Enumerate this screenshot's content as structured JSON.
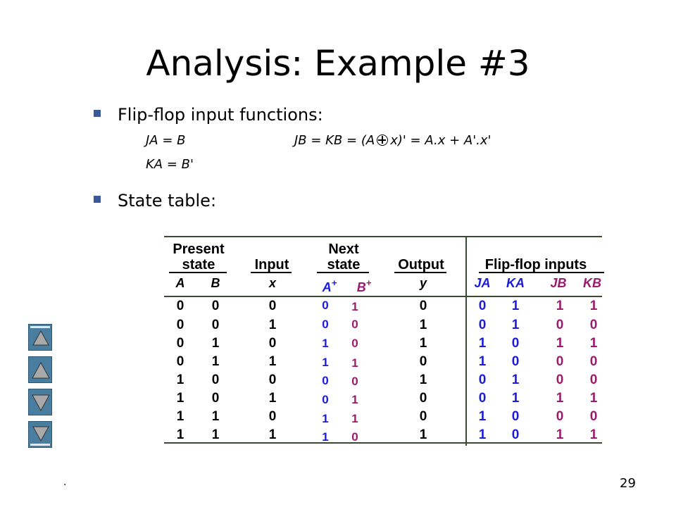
{
  "title": "Analysis: Example #3",
  "bullets": [
    "Flip-flop input functions:",
    "State table:"
  ],
  "equations": {
    "ja": "JA = B",
    "ka": "KA = B'",
    "jb_kb_left": "JB = KB = (A",
    "jb_kb_right": "x)' = A.x + A'.x'"
  },
  "table": {
    "group_headers": {
      "present_line1": "Present",
      "present_line2": "state",
      "input": "Input",
      "next_line1": "Next",
      "next_line2": "state",
      "output": "Output",
      "ffinputs": "Flip-flop inputs"
    },
    "column_headers": {
      "a": "A",
      "b": "B",
      "x": "x",
      "a_plus": "A",
      "b_plus": "B",
      "plus": "+",
      "y": "y",
      "ja": "JA",
      "ka": "KA",
      "jb": "JB",
      "kb": "KB"
    },
    "rows": [
      {
        "a": "0",
        "b": "0",
        "x": "0",
        "y": "0",
        "ja": "0",
        "ka": "1",
        "jb": "1",
        "kb": "1"
      },
      {
        "a": "0",
        "b": "0",
        "x": "1",
        "y": "1",
        "ja": "0",
        "ka": "1",
        "jb": "0",
        "kb": "0"
      },
      {
        "a": "0",
        "b": "1",
        "x": "0",
        "y": "1",
        "ja": "1",
        "ka": "0",
        "jb": "1",
        "kb": "1"
      },
      {
        "a": "0",
        "b": "1",
        "x": "1",
        "y": "0",
        "ja": "1",
        "ka": "0",
        "jb": "0",
        "kb": "0"
      },
      {
        "a": "1",
        "b": "0",
        "x": "0",
        "y": "1",
        "ja": "0",
        "ka": "1",
        "jb": "0",
        "kb": "0"
      },
      {
        "a": "1",
        "b": "0",
        "x": "1",
        "y": "0",
        "ja": "0",
        "ka": "1",
        "jb": "1",
        "kb": "1"
      },
      {
        "a": "1",
        "b": "1",
        "x": "0",
        "y": "0",
        "ja": "1",
        "ka": "0",
        "jb": "0",
        "kb": "0"
      },
      {
        "a": "1",
        "b": "1",
        "x": "1",
        "y": "1",
        "ja": "1",
        "ka": "0",
        "jb": "1",
        "kb": "1"
      }
    ],
    "next_a": [
      "0",
      "0",
      "1",
      "1",
      "0",
      "0",
      "1",
      "1"
    ],
    "next_b": [
      "1",
      "0",
      "0",
      "1",
      "0",
      "1",
      "1",
      "0"
    ]
  },
  "colors": {
    "blue": "#1a1adb",
    "purple": "#9b1a6e",
    "nav": "#4a7ea0",
    "bullet": "#3B5998"
  },
  "nav_icons": [
    "first-slide-icon",
    "previous-slide-icon",
    "next-slide-icon",
    "last-slide-icon"
  ],
  "footer": {
    "dot": ".",
    "page_number": "29"
  }
}
